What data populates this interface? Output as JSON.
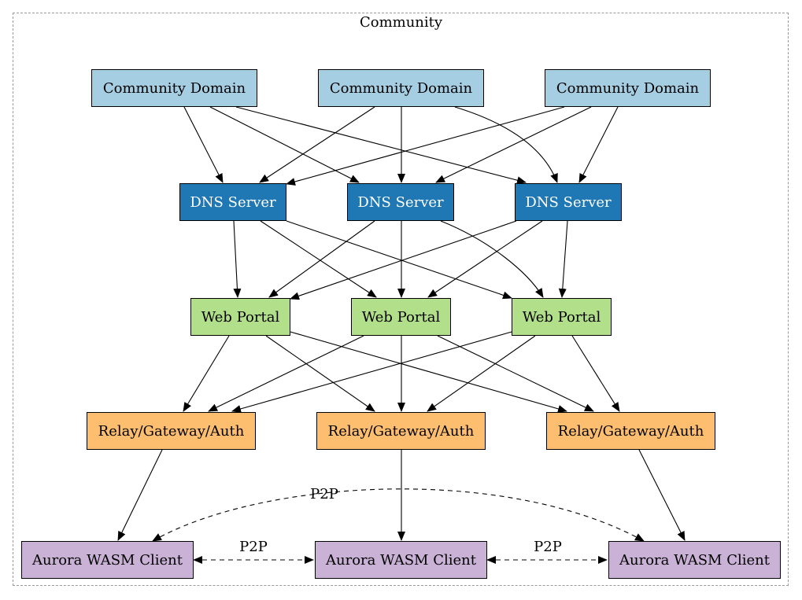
{
  "cluster": {
    "label": "Community"
  },
  "nodes": {
    "domains": [
      "Community Domain",
      "Community Domain",
      "Community Domain"
    ],
    "dns": [
      "DNS Server",
      "DNS Server",
      "DNS Server"
    ],
    "web": [
      "Web Portal",
      "Web Portal",
      "Web Portal"
    ],
    "relays": [
      "Relay/Gateway/Auth",
      "Relay/Gateway/Auth",
      "Relay/Gateway/Auth"
    ],
    "clients": [
      "Aurora WASM Client",
      "Aurora WASM Client",
      "Aurora WASM Client"
    ]
  },
  "edges": {
    "p2p_label_top": "P2P",
    "p2p_label_left": "P2P",
    "p2p_label_right": "P2P"
  },
  "colors": {
    "domain": "#a6cee3",
    "dns": "#1f78b4",
    "web": "#b2df8a",
    "relay": "#fdbf6f",
    "client": "#cab2d6"
  }
}
